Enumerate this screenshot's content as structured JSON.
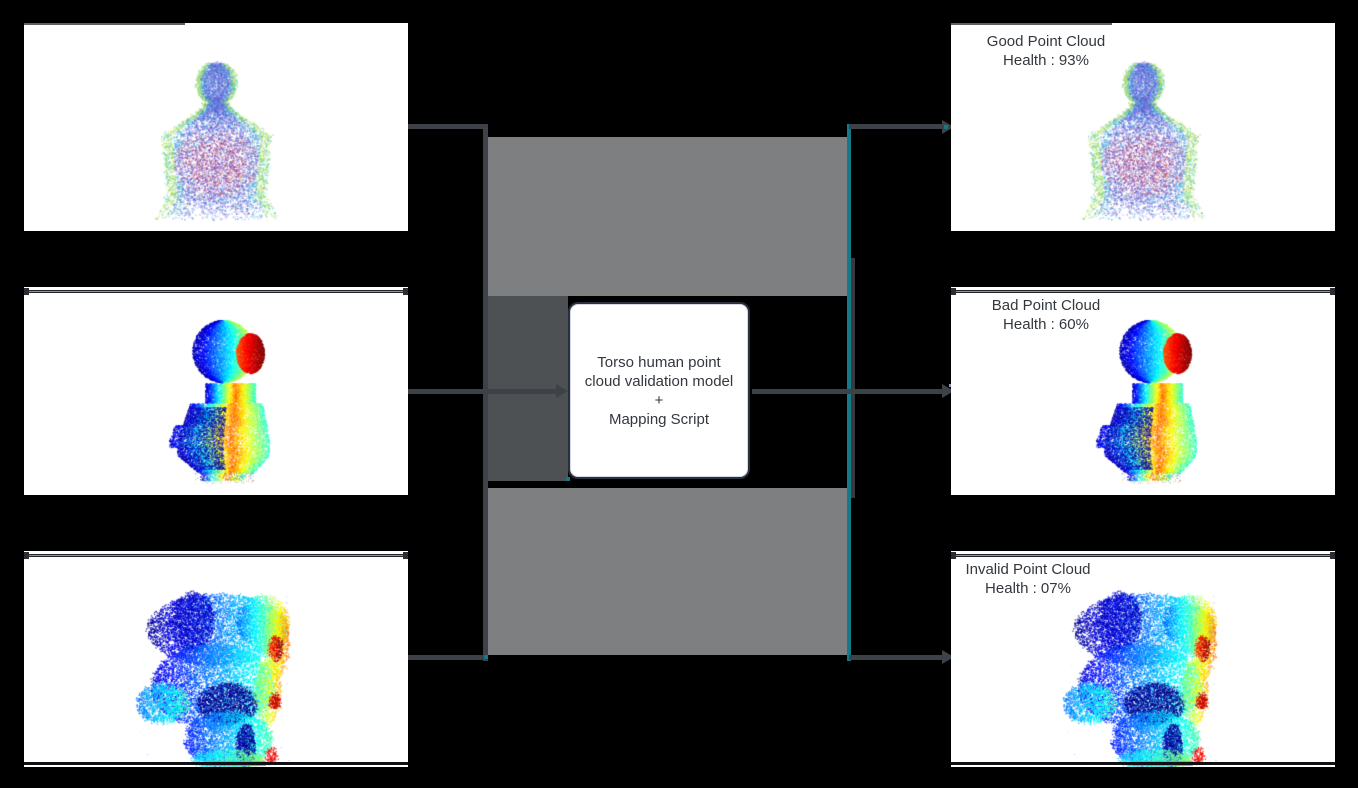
{
  "center_box": {
    "line1": "Torso human point",
    "line2": "cloud validation model",
    "line3": "+",
    "line4": "Mapping Script"
  },
  "left_panels": [
    {
      "cloud_type": "sparse-multicolor-torso"
    },
    {
      "cloud_type": "jet-depth-torso"
    },
    {
      "cloud_type": "invalid-blob"
    }
  ],
  "right_panels": [
    {
      "title": "Good Point Cloud",
      "health": "Health : 93%",
      "cloud_type": "sparse-multicolor-torso"
    },
    {
      "title": "Bad Point Cloud",
      "health": "Health : 60%",
      "cloud_type": "jet-depth-torso"
    },
    {
      "title": "Invalid Point Cloud",
      "health": "Health : 07%",
      "cloud_type": "invalid-blob"
    }
  ],
  "colors": {
    "background": "#000000",
    "panel": "#ffffff",
    "block_gray": "#7d7f81",
    "block_dark_gray": "#4e5154",
    "connector": "#3d4248",
    "accent_teal": "#15798a",
    "text": "#33383e"
  }
}
